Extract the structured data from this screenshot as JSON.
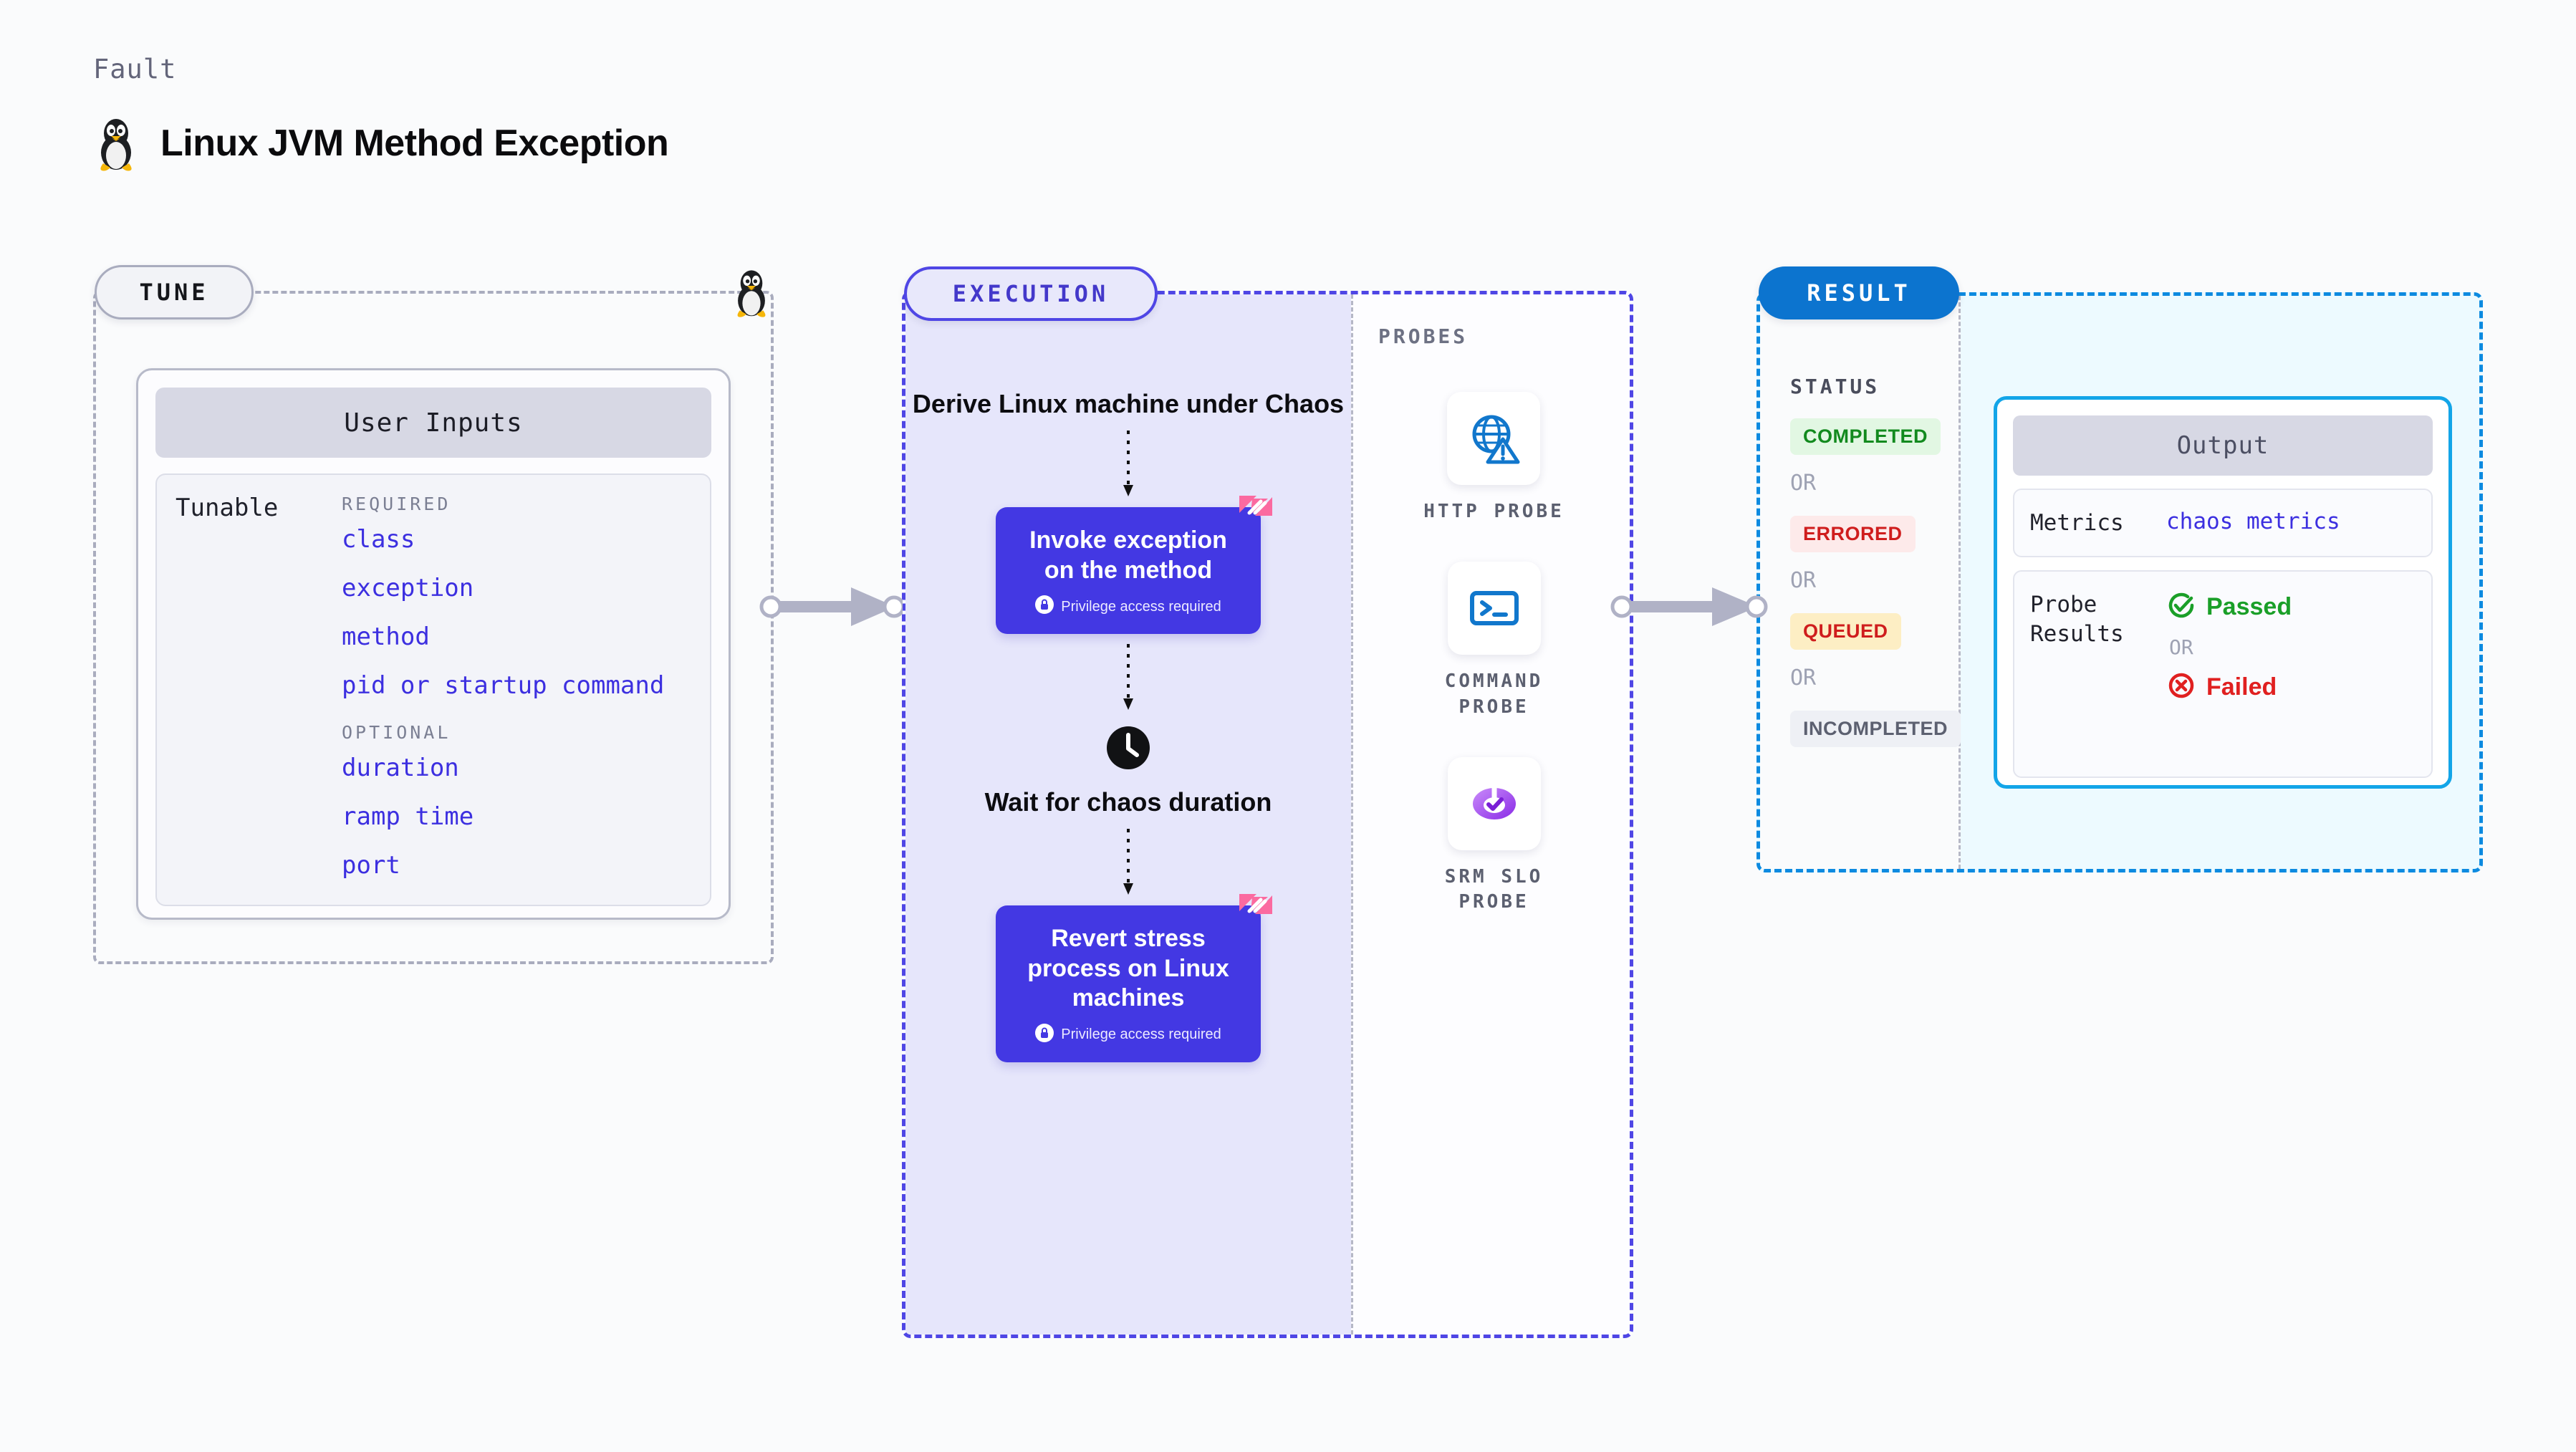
{
  "header": {
    "kicker": "Fault",
    "title": "Linux JVM Method Exception",
    "icon": "linux-penguin-icon"
  },
  "tune": {
    "chip_label": "TUNE",
    "card_title": "User Inputs",
    "tunable_label": "Tunable",
    "groups": [
      {
        "title": "REQUIRED",
        "items": [
          "class",
          "exception",
          "method",
          "pid or startup command"
        ]
      },
      {
        "title": "OPTIONAL",
        "items": [
          "duration",
          "ramp time",
          "port"
        ]
      }
    ],
    "border_icon": "linux-penguin-icon"
  },
  "execution": {
    "chip_label": "EXECUTION",
    "steps": [
      {
        "type": "text",
        "label": "Derive Linux machine under Chaos"
      },
      {
        "type": "card",
        "label": "Invoke exception on the method",
        "privilege_note": "Privilege access required",
        "badge_icon": "harness-logo-icon",
        "lock_icon": "lock-icon"
      },
      {
        "type": "clock",
        "label": "Wait for chaos duration",
        "icon": "clock-icon"
      },
      {
        "type": "card",
        "label": "Revert stress process on Linux machines",
        "privilege_note": "Privilege access required",
        "badge_icon": "harness-logo-icon",
        "lock_icon": "lock-icon"
      }
    ]
  },
  "probes": {
    "title": "PROBES",
    "items": [
      {
        "name": "HTTP PROBE",
        "icon": "globe-warning-icon"
      },
      {
        "name": "COMMAND PROBE",
        "icon": "terminal-prompt-icon"
      },
      {
        "name": "SRM SLO PROBE",
        "icon": "srm-slo-check-icon"
      }
    ]
  },
  "result": {
    "chip_label": "RESULT",
    "status_title": "STATUS",
    "or_label": "OR",
    "statuses": [
      {
        "label": "COMPLETED",
        "bg": "#e2f7e3",
        "fg": "#128a1e"
      },
      {
        "label": "ERRORED",
        "bg": "#fdeaea",
        "fg": "#cf1d1d"
      },
      {
        "label": "QUEUED",
        "bg": "#fdeec4",
        "fg": "#cf1d1d"
      },
      {
        "label": "INCOMPLETED",
        "bg": "#eef0f5",
        "fg": "#5c6070"
      }
    ],
    "output": {
      "title": "Output",
      "metrics_key": "Metrics",
      "metrics_value": "chaos metrics",
      "probe_results_key": "Probe Results",
      "passed_label": "Passed",
      "failed_label": "Failed",
      "or_label": "OR",
      "passed_icon": "check-circle-icon",
      "failed_icon": "x-circle-icon"
    }
  },
  "connectors": {
    "tune_to_execution": "arrow-right-icon",
    "probes_to_result": "arrow-right-icon"
  },
  "colors": {
    "accent_indigo": "#4338e3",
    "accent_blue": "#0c74cf",
    "accent_cyan": "#13a5e8",
    "pink_badge": "#fb6aa0",
    "tunable_link": "#3c2fe0",
    "page_bg": "#fafbfc"
  }
}
